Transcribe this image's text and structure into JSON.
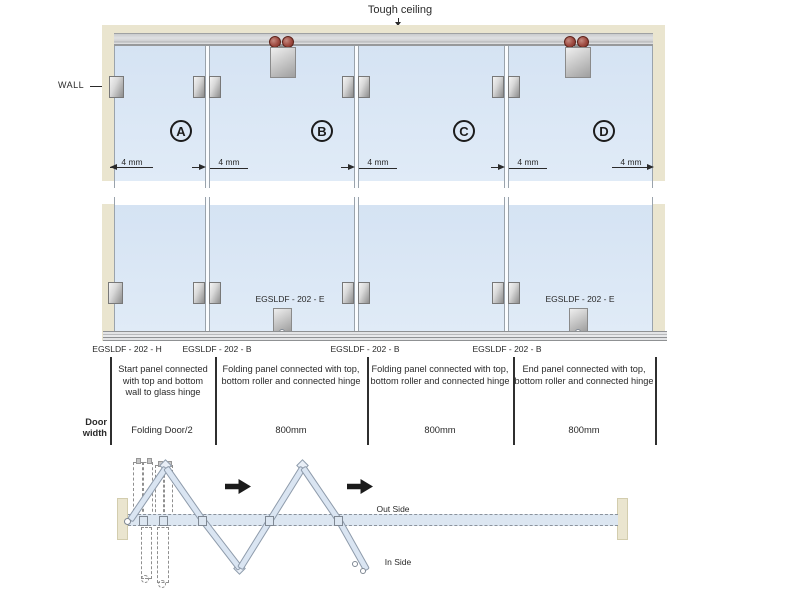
{
  "labels": {
    "ceiling": "Tough ceiling",
    "wall": "WALL",
    "gap": "4 mm",
    "out_side": "Out Side",
    "in_side": "In Side"
  },
  "panels": [
    "A",
    "B",
    "C",
    "D"
  ],
  "hardware": {
    "wall_hinge": "EGSLDF - 202 - H",
    "joint_hinge": "EGSLDF - 202 - B",
    "bottom_roller": "EGSLDF - 202 - E"
  },
  "table": {
    "row_header_line1": "Door",
    "row_header_line2": "width",
    "columns": [
      {
        "description": "Start panel connected with top and bottom wall to glass hinge",
        "door_width": "Folding Door/2"
      },
      {
        "description": "Folding panel connected with top, bottom roller and connected hinge",
        "door_width": "800mm"
      },
      {
        "description": "Folding panel connected with top, bottom roller and connected hinge",
        "door_width": "800mm"
      },
      {
        "description": "End panel connected with top, bottom roller and connected hinge",
        "door_width": "800mm"
      }
    ]
  },
  "colors": {
    "glass_blue": "#dce8f6",
    "frame_beige": "#eae5cf",
    "track_gray": "#d2d3d5",
    "roller_red": "#9e4a40",
    "plan_panel_blue": "#dae5f2",
    "line_dark": "#2a2a2a"
  }
}
